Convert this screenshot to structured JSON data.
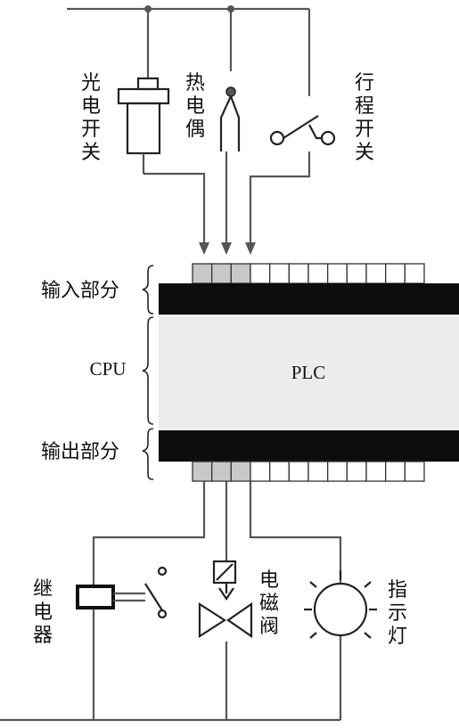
{
  "inputs": {
    "photo_switch": "光电开关",
    "thermocouple": "热电偶",
    "limit_switch": "行程开关"
  },
  "plc": {
    "input_section": "输入部分",
    "cpu": "CPU",
    "output_section": "输出部分",
    "center_label": "PLC",
    "terminal_count": 12,
    "active_input_terminals": 3,
    "active_output_terminals": 3
  },
  "outputs": {
    "relay": "继电器",
    "solenoid_valve": "电磁阀",
    "indicator_lamp": "指示灯"
  },
  "colors": {
    "active_terminal": "#c8c8c8",
    "plc_band": "#0d0d0d",
    "plc_body": "#ececec",
    "wire": "#555555"
  }
}
